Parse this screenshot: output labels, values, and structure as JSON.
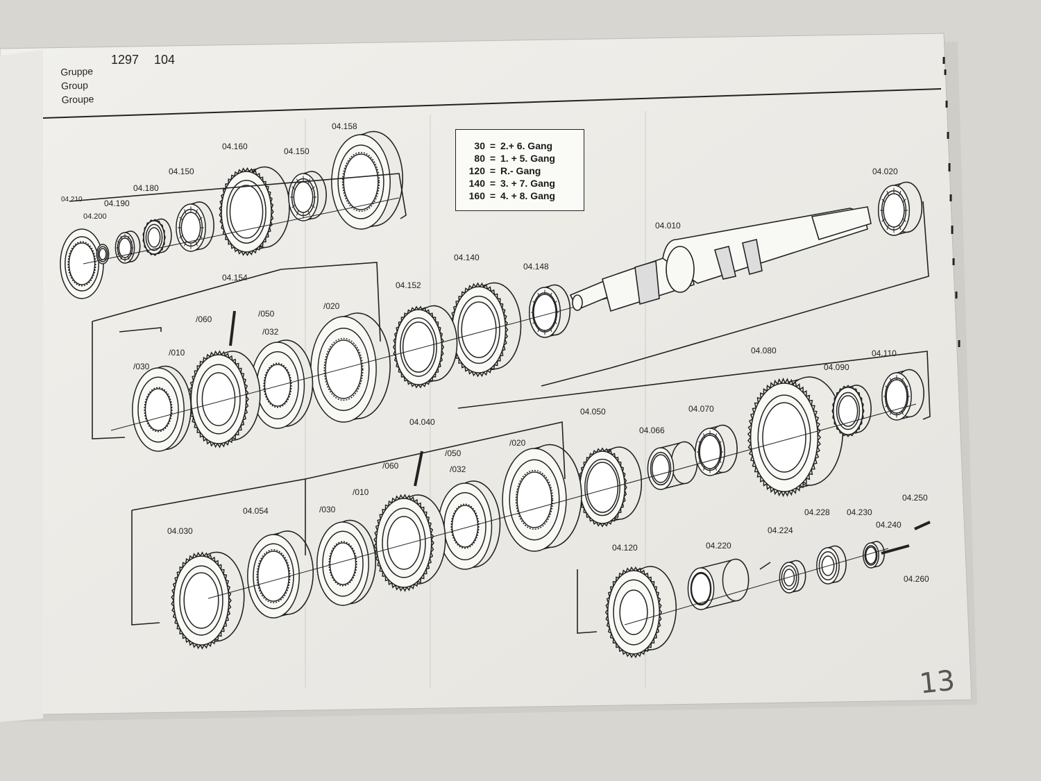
{
  "header": {
    "group_labels": [
      "Gruppe",
      "Group",
      "Groupe"
    ],
    "code_main": "1297",
    "code_sub": "104"
  },
  "legend": [
    {
      "num": "30",
      "text": "2.+ 6. Gang"
    },
    {
      "num": "80",
      "text": "1. + 5. Gang"
    },
    {
      "num": "120",
      "text": "R.- Gang"
    },
    {
      "num": "140",
      "text": "3. + 7. Gang"
    },
    {
      "num": "160",
      "text": "4. + 8. Gang"
    }
  ],
  "parts": {
    "p04210": "04.210",
    "p04200": "04.200",
    "p04190": "04.190",
    "p04180": "04.180",
    "p04150a": "04.150",
    "p04160": "04.160",
    "p04150b": "04.150",
    "p04158": "04.158",
    "p04020": "04.020",
    "p04010": "04.010",
    "p04140": "04.140",
    "p04148": "04.148",
    "p04154": "04.154",
    "p04152": "04.152",
    "p1060a": "/060",
    "p1050a": "/050",
    "p1020a": "/020",
    "p1032a": "/032",
    "p1010a": "/010",
    "p1030a": "/030",
    "p04080": "04.080",
    "p04090": "04.090",
    "p04110": "04.110",
    "p04050": "04.050",
    "p04066": "04.066",
    "p04070": "04.070",
    "p04040": "04.040",
    "p1050b": "/050",
    "p1060b": "/060",
    "p1032b": "/032",
    "p1010b": "/010",
    "p1030b": "/030",
    "p1020b": "/020",
    "p04054": "04.054",
    "p04030": "04.030",
    "p04250": "04.250",
    "p04228": "04.228",
    "p04230": "04.230",
    "p04240": "04.240",
    "p04224": "04.224",
    "p04220": "04.220",
    "p04120": "04.120",
    "p04260": "04.260"
  },
  "page_number": "13"
}
